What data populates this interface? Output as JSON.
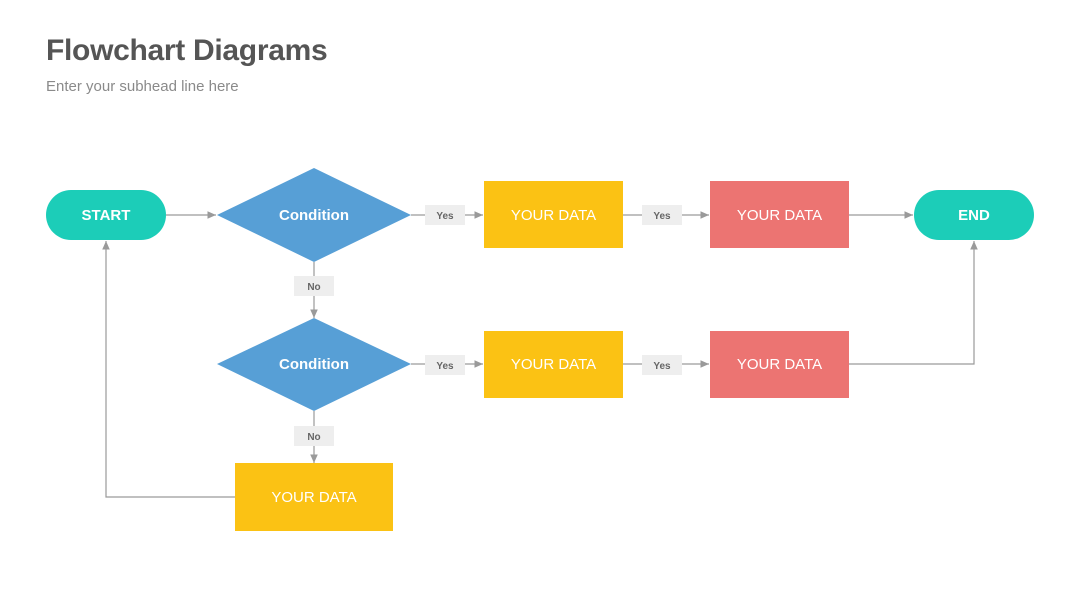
{
  "header": {
    "title": "Flowchart Diagrams",
    "subtitle": "Enter your subhead line here"
  },
  "colors": {
    "terminal": "#1ccdb8",
    "decision": "#579fd6",
    "process_yellow": "#fbc214",
    "process_red": "#ec7472",
    "connector": "#9a9a9a",
    "label_bg": "#eeeeee"
  },
  "nodes": {
    "start": "START",
    "condition_1": "Condition",
    "data_1": "YOUR DATA",
    "data_2": "YOUR DATA",
    "end": "END",
    "condition_2": "Condition",
    "data_3": "YOUR DATA",
    "data_4": "YOUR DATA",
    "data_5": "YOUR DATA"
  },
  "edge_labels": {
    "yes_1": "Yes",
    "yes_2": "Yes",
    "no_1": "No",
    "yes_3": "Yes",
    "yes_4": "Yes",
    "no_2": "No"
  }
}
